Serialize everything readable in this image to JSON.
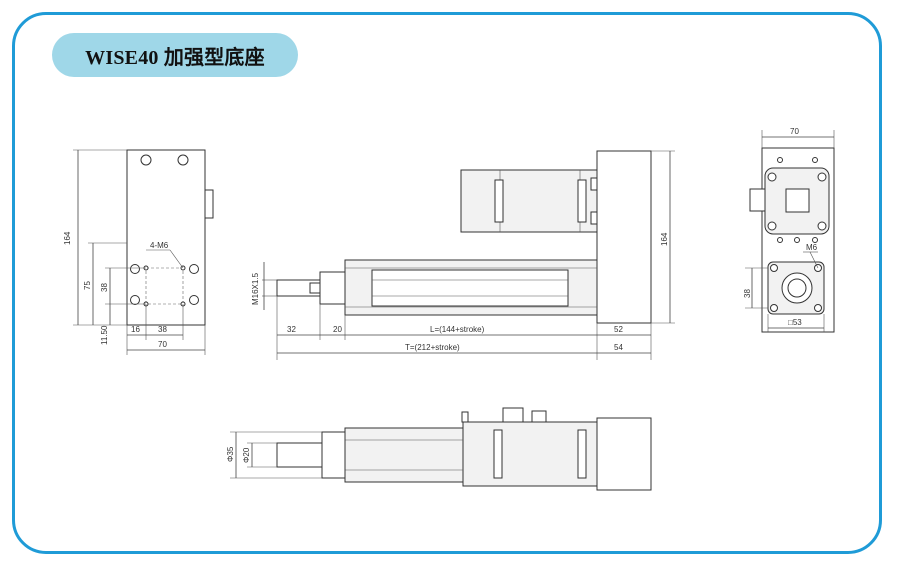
{
  "title": "WISE40 加强型底座",
  "left_view": {
    "height_label": "164",
    "d75": "75",
    "d38v": "38",
    "d11_50": "11.50",
    "d16": "16",
    "d38h": "38",
    "width_label": "70",
    "holes_label": "4-M6"
  },
  "side_view": {
    "thread_label": "M16X1.5",
    "d32": "32",
    "d20": "20",
    "length_label": "L=(144+stroke)",
    "d52": "52",
    "total_label": "T=(212+stroke)",
    "d54": "54",
    "motor_height": "164"
  },
  "end_view": {
    "width": "70",
    "hole_label": "M6",
    "d38": "38",
    "square": "□53"
  },
  "top_view": {
    "d35": "Φ35",
    "d20": "Φ20"
  }
}
